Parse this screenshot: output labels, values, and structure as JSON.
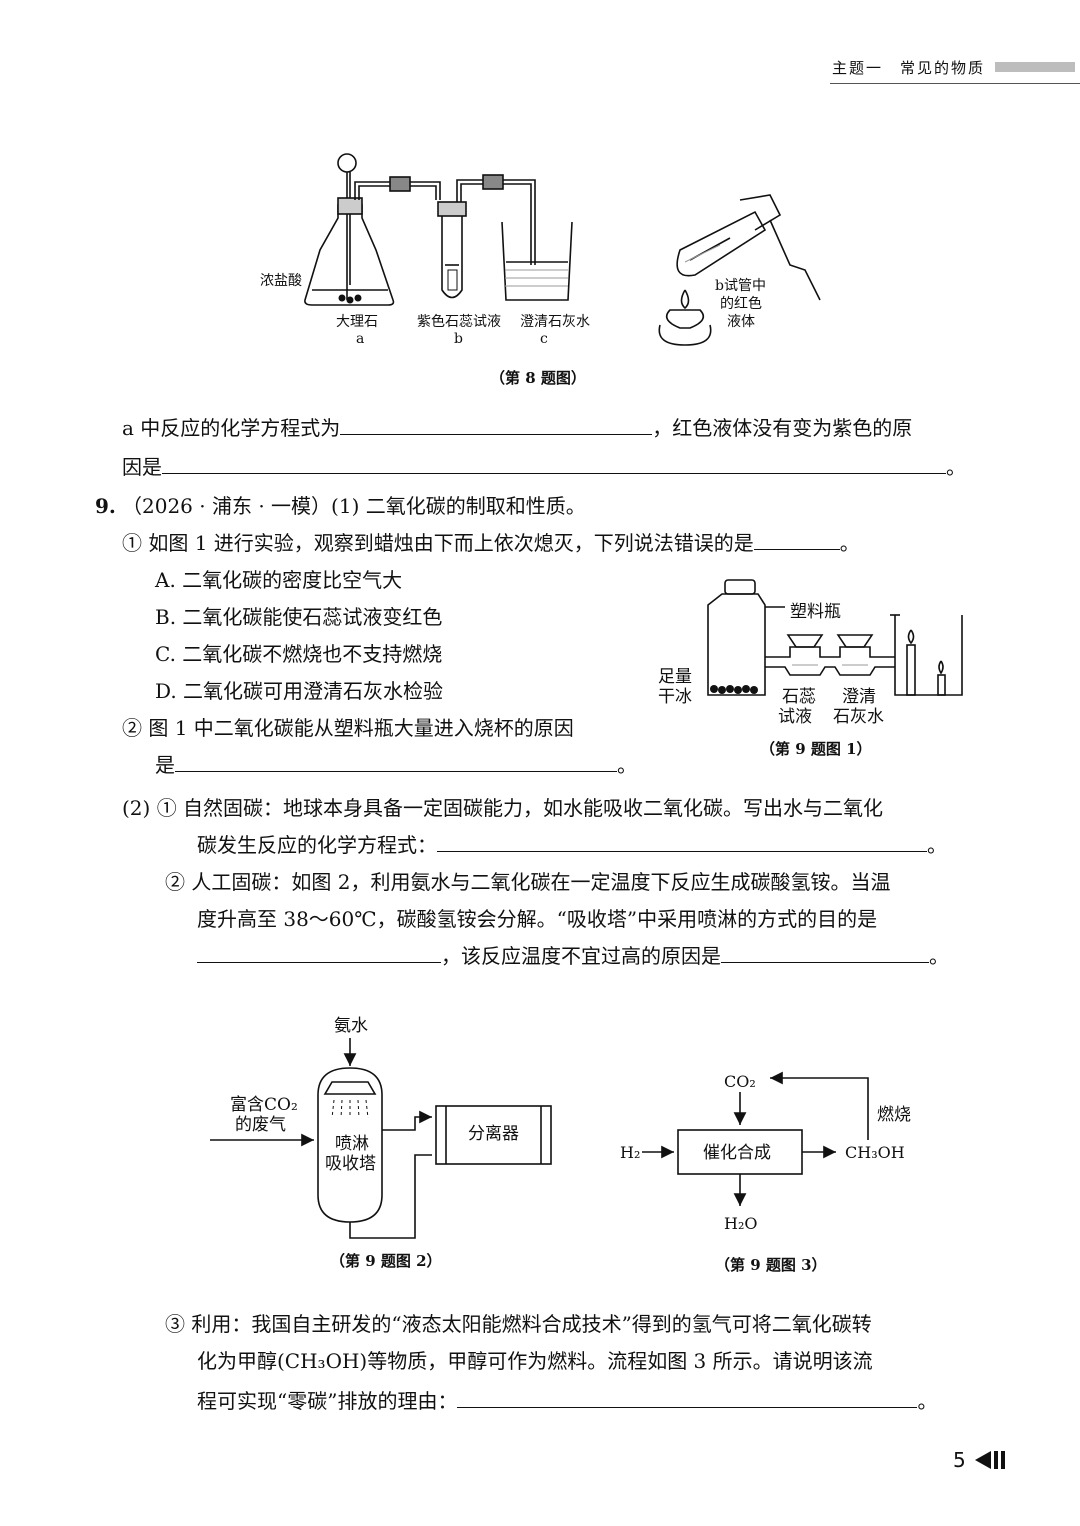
{
  "header": {
    "title": "主题一　常见的物质"
  },
  "fig8": {
    "labels": {
      "acid": "浓盐酸",
      "marble": "大理石",
      "a": "a",
      "litmus": "紫色石蕊试液",
      "b": "b",
      "limewater": "澄清石灰水",
      "c": "c",
      "red1": "b试管中",
      "red2": "的红色",
      "red3": "液体"
    },
    "caption": "（第 8 题图）"
  },
  "q8": {
    "line1_a": "a 中反应的化学方程式为",
    "line1_b": "，红色液体没有变为紫色的原",
    "line2_a": "因是",
    "line2_end": "。"
  },
  "q9": {
    "number": "9.",
    "intro": "（2026 · 浦东 · 一模）(1) 二氧化碳的制取和性质。",
    "p1": "① 如图 1 进行实验，观察到蜡烛由下而上依次熄灭，下列说法错误的是",
    "p1_end": "。",
    "options": [
      "A.  二氧化碳的密度比空气大",
      "B.  二氧化碳能使石蕊试液变红色",
      "C.  二氧化碳不燃烧也不支持燃烧",
      "D.  二氧化碳可用澄清石灰水检验"
    ],
    "p2_a": "② 图 1 中二氧化碳能从塑料瓶大量进入烧杯的原因",
    "p2_b": "是",
    "p2_end": "。",
    "s2_a": "(2) ① 自然固碳：地球本身具备一定固碳能力，如水能吸收二氧化碳。写出水与二氧化",
    "s2_b": "碳发生反应的化学方程式：",
    "s2_b_end": "。",
    "s2_c": "② 人工固碳：如图 2，利用氨水与二氧化碳在一定温度下反应生成碳酸氢铵。当温",
    "s2_d": "度升高至 38～60℃，碳酸氢铵会分解。“吸收塔”中采用喷淋的方式的目的是",
    "s2_e_mid": "，该反应温度不宜过高的原因是",
    "s2_e_end": "。",
    "s3_a": "③ 利用：我国自主研发的“液态太阳能燃料合成技术”得到的氢气可将二氧化碳转",
    "s3_b": "化为甲醇(CH₃OH)等物质，甲醇可作为燃料。流程如图 3 所示。请说明该流",
    "s3_c": "程可实现“零碳”排放的理由：",
    "s3_end": "。"
  },
  "fig9_1": {
    "labels": {
      "bottle": "塑料瓶",
      "dry1": "足量",
      "dry2": "干冰",
      "lit1": "石蕊",
      "lit2": "试液",
      "lime1": "澄清",
      "lime2": "石灰水"
    },
    "caption": "（第 9 题图 1）"
  },
  "fig9_2": {
    "labels": {
      "ammonia": "氨水",
      "gas1": "富含CO₂",
      "gas2": "的废气",
      "tower1": "喷淋",
      "tower2": "吸收塔",
      "separator": "分离器"
    },
    "caption": "（第 9 题图 2）"
  },
  "fig9_3": {
    "labels": {
      "co2": "CO₂",
      "h2": "H₂",
      "box": "催化合成",
      "ch3oh": "CH₃OH",
      "h2o": "H₂O",
      "burn": "燃烧"
    },
    "caption": "（第 9 题图 3）"
  },
  "footer": {
    "page": "5"
  }
}
